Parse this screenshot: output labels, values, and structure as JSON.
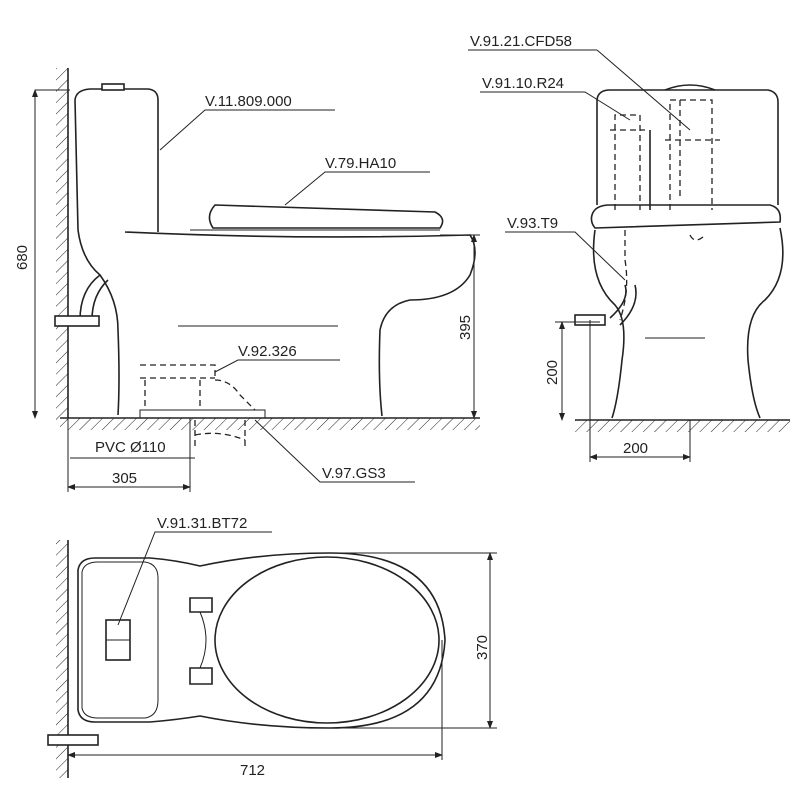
{
  "title": "Toilet technical drawing",
  "side_view": {
    "labels": {
      "tank": "V.11.809.000",
      "seat": "V.79.HA10",
      "outlet": "V.92.326",
      "pipe": "PVC Ø110",
      "flange": "V.97.GS3"
    },
    "dimensions": {
      "height": "680",
      "bowl_height": "395",
      "rough_in": "305"
    }
  },
  "front_view": {
    "labels": {
      "flush_valve": "V.91.21.CFD58",
      "fill_valve": "V.91.10.R24",
      "hose": "V.93.T9"
    },
    "dimensions": {
      "inlet_height": "200",
      "inlet_offset": "200"
    }
  },
  "top_view": {
    "labels": {
      "button": "V.91.31.BT72"
    },
    "dimensions": {
      "width": "370",
      "length": "712"
    }
  }
}
